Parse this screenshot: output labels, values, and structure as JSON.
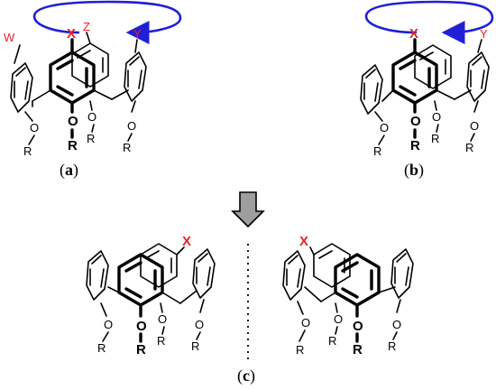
{
  "panels": {
    "a": {
      "label_open": "(",
      "label_letter": "a",
      "label_close": ")",
      "substituents": [
        "W",
        "X",
        "Z",
        "Y"
      ],
      "alkoxy": [
        "O",
        "R"
      ]
    },
    "b": {
      "label_open": "(",
      "label_letter": "b",
      "label_close": ")",
      "substituents": [
        "X",
        "Y"
      ],
      "alkoxy": [
        "O",
        "R"
      ]
    },
    "c": {
      "label_open": "(",
      "label_letter": "c",
      "label_close": ")",
      "substituents": [
        "X",
        "X"
      ],
      "alkoxy": [
        "O",
        "R"
      ]
    }
  },
  "colors": {
    "substituent": "#e8202a",
    "rotation_arrow": "#1f1fd6",
    "transition_arrow_fill": "#9e9e9e",
    "bonds": "#000000"
  },
  "icons": {
    "rotation_arrow": "curved-rotation-arrow-icon",
    "transition_arrow": "down-arrow-icon",
    "separator": "dotted-separator"
  }
}
